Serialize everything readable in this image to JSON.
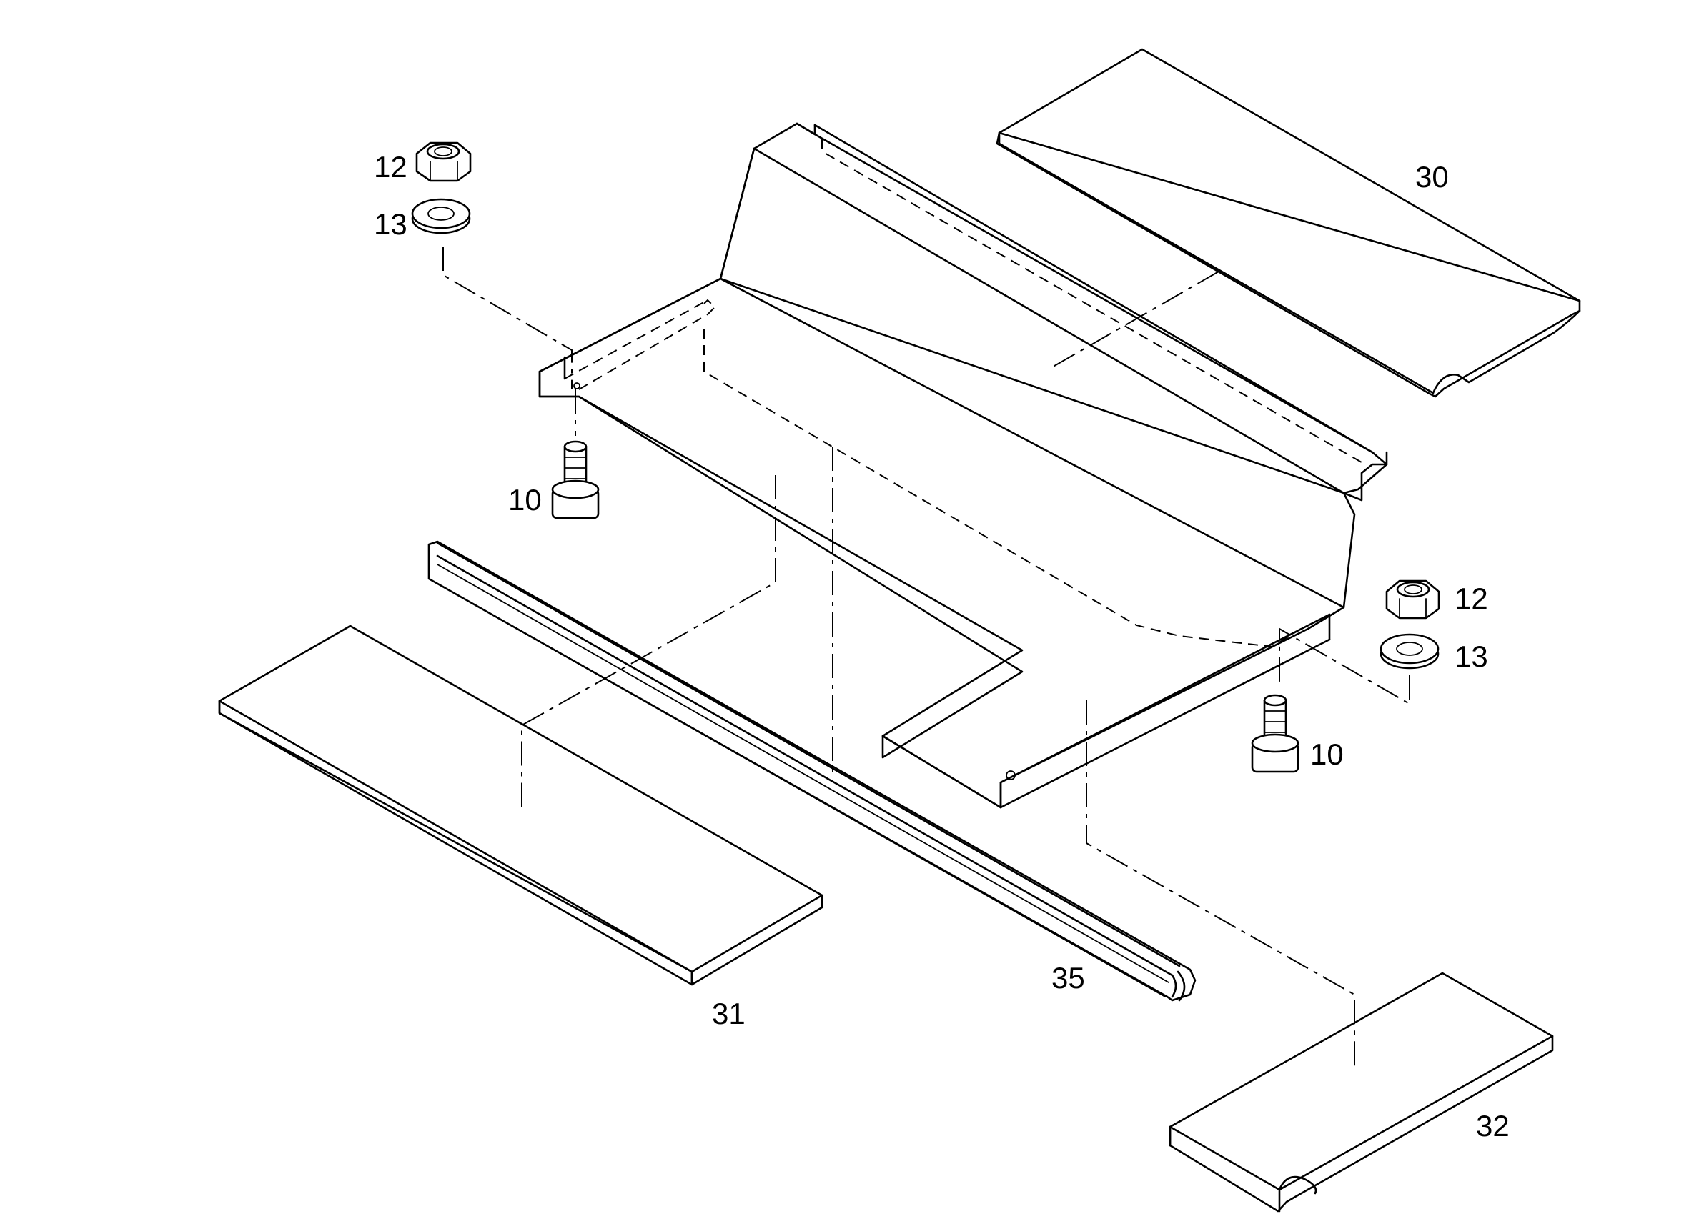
{
  "diagram": {
    "callouts": {
      "part_30": "30",
      "part_31": "31",
      "part_32": "32",
      "part_35": "35",
      "nut_left": "12",
      "washer_left": "13",
      "screw_left": "10",
      "nut_right": "12",
      "washer_right": "13",
      "screw_right": "10"
    }
  }
}
